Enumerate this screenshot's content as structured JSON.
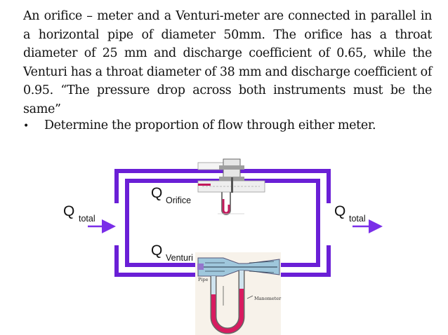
{
  "problem": {
    "statement": "An orifice – meter and a Venturi-meter are connected in parallel in a horizontal pipe of diameter 50mm. The orifice has a throat diameter of 25 mm and discharge coefficient of 0.65, while the Venturi has a throat diameter of 38 mm and discharge coefficient of 0.95. “The pressure drop across both instruments must be the same”",
    "bullet_marker": "•",
    "bullet_text": "Determine the proportion of flow through either meter."
  },
  "diagram": {
    "q_symbol": "Q",
    "inlet_sub": "total",
    "outlet_sub": "total",
    "orifice_sub": "Orifice",
    "venturi_sub": "Venturi",
    "venturi_label_pipe": "Pipe",
    "venturi_label_manometer": "Manometer",
    "colors": {
      "pipe": "#6a1fd6",
      "arrow": "#7a2ee8",
      "mercury": "#c2185b",
      "venturi_body": "#9fc7dc"
    }
  }
}
